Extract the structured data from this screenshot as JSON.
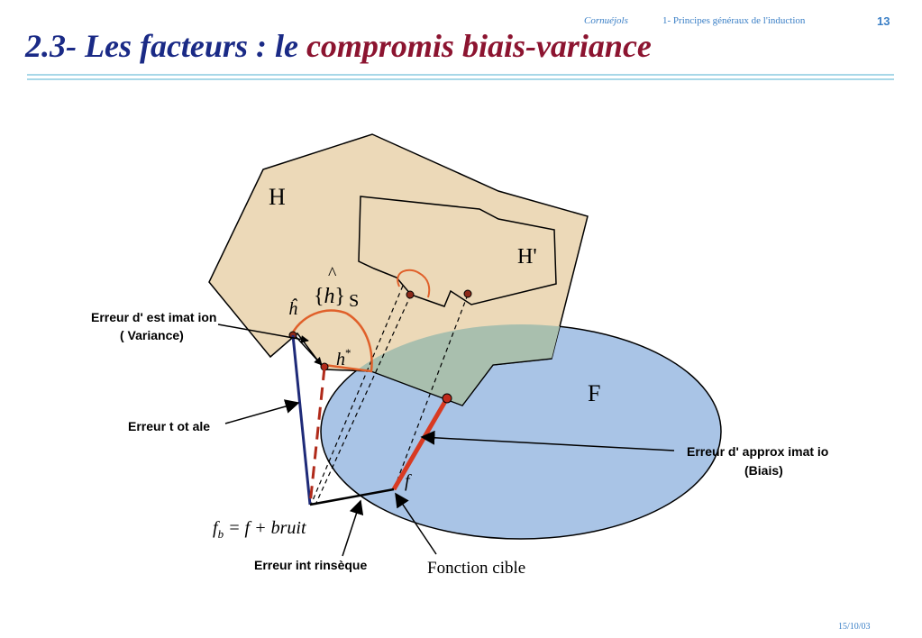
{
  "header": {
    "author": "Cornuéjols",
    "chapter": "1- Principes généraux de l'induction",
    "page_number": "13"
  },
  "title": {
    "part1": "2.3- Les facteurs : le ",
    "part2": "compromis biais-variance"
  },
  "footer": {
    "date": "15/10/03"
  },
  "diagram": {
    "label_H": "H",
    "label_H_prime": "H'",
    "label_F": "F",
    "label_h_hat": "ĥ",
    "label_h_hat_set_open": "{",
    "label_h_hat_set_h": "h",
    "label_h_hat_set_close": "}",
    "label_h_hat_set_sub": "S",
    "label_hat_mark": "^",
    "label_h_star": "h",
    "label_h_star_sup": "*",
    "label_f": "f",
    "label_fb": "f",
    "label_fb_sub": "b",
    "label_fb_rest": " = f + bruit",
    "label_estimation_1": "Erreur d' est imat ion",
    "label_estimation_2": "( Variance)",
    "label_totale": "Erreur t ot ale",
    "label_approximation_1": "Erreur d' approx imat io",
    "label_approximation_2": "(Biais)",
    "label_intrinseque": "Erreur int rinsèque",
    "label_fonction_cible": "Fonction cible",
    "colors": {
      "hypothesis_space": "#ecd9b8",
      "target_space": "#a9c4e6",
      "overlap": "#a9bfae",
      "orange": "#e0602a",
      "red": "#d83a22",
      "dark_red": "#b02a1a",
      "navy": "#1e2a78"
    }
  }
}
